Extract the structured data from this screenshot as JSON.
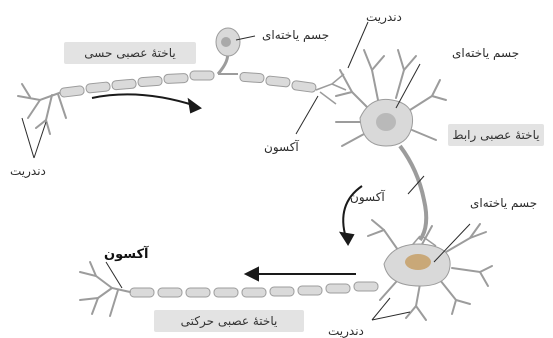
{
  "labels": {
    "sensory_neuron": "یاختهٔ عصبی حسی",
    "cell_body_top": "جسم یاخته‌ای",
    "dendrite_top": "دندریت",
    "dendrite_left": "دندریت",
    "axon_top": "آکسون",
    "interneuron_cell_body": "جسم یاخته‌ای",
    "interneuron": "یاختهٔ عصبی رابط",
    "axon_middle": "آکسون",
    "motor_cell_body": "جسم یاخته‌ای",
    "axon_bottom": "آکسون",
    "motor_neuron": "یاختهٔ عصبی حرکتی",
    "dendrite_bottom": "دندریت"
  },
  "colors": {
    "label_box": "#e3e3e3",
    "axon_segment": "#dadada",
    "axon_outline": "#9c9c9c",
    "cell_fill": "#d9d9d9",
    "nucleus": "#b9b9b9",
    "nucleus_motor": "#c9a878",
    "leader_line": "#2b2b2b",
    "arrow": "#1a1a1a"
  }
}
